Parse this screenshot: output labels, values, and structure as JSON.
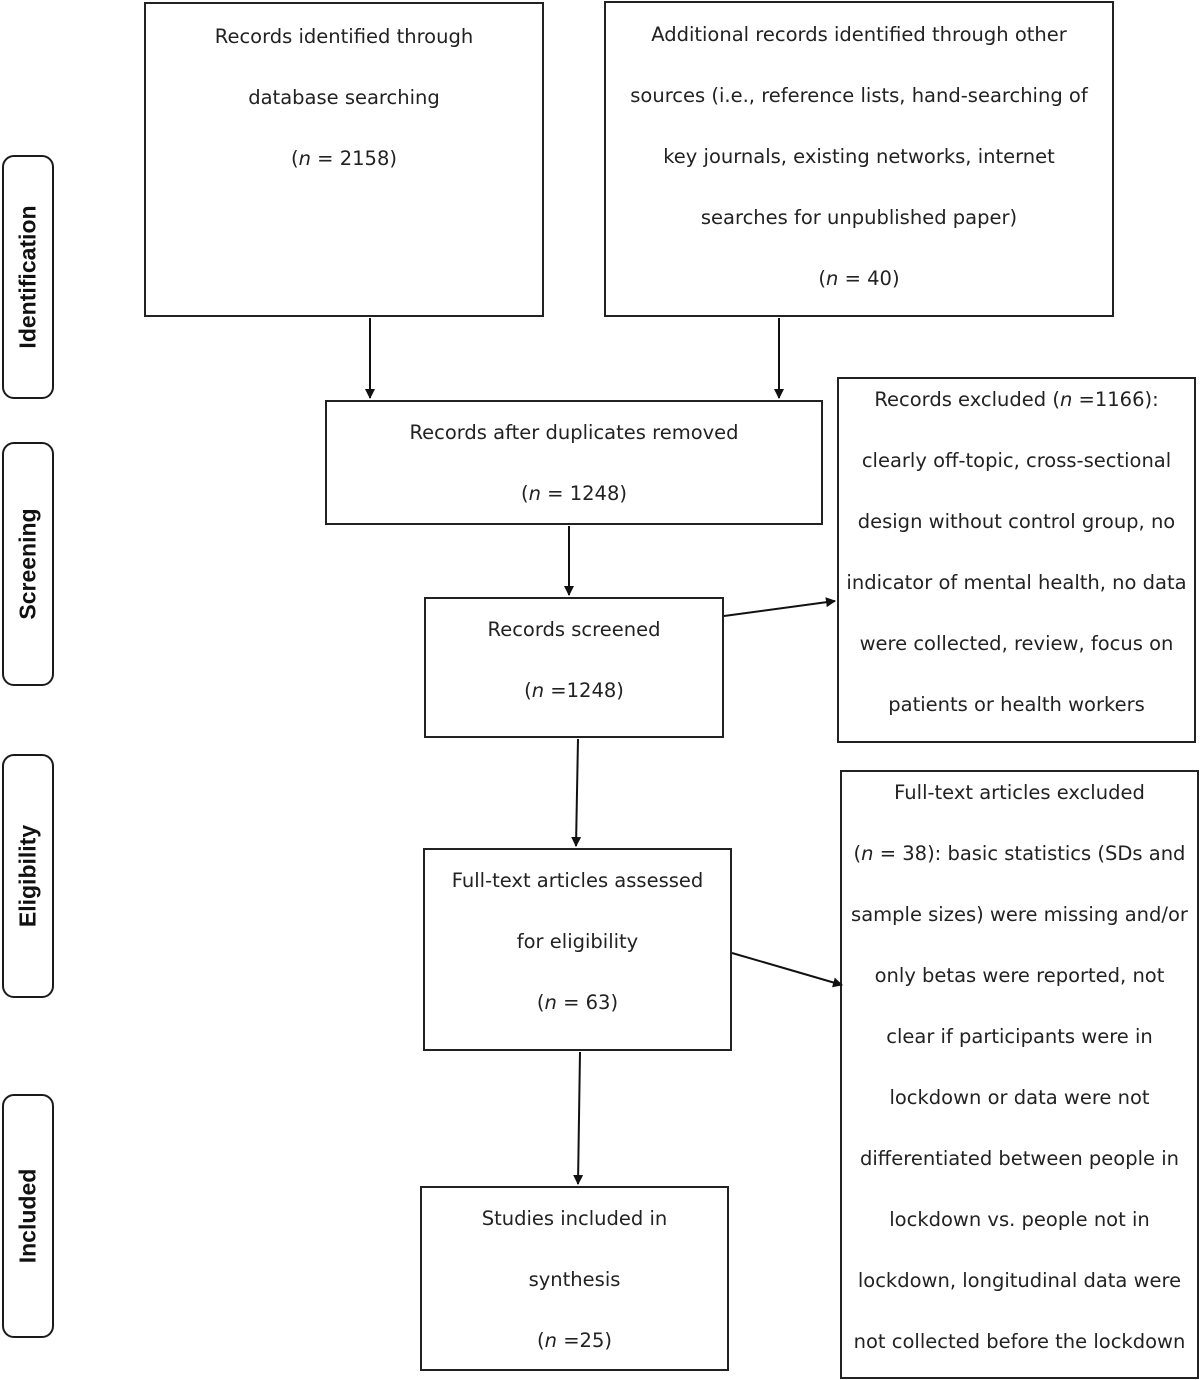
{
  "phases": {
    "identification": "Identification",
    "screening": "Screening",
    "eligibility": "Eligibility",
    "included": "Included"
  },
  "boxes": {
    "database": {
      "line1": "Records identified through",
      "line2": "database searching",
      "n_pre": "(",
      "n_var": "n",
      "n_post": " = 2158)"
    },
    "other_sources": {
      "line1": "Additional records identified through other",
      "line2": "sources (i.e., reference lists, hand-searching of",
      "line3": "key journals, existing networks, internet",
      "line4": "searches for unpublished paper)",
      "n_pre": "(",
      "n_var": "n",
      "n_post": " = 40)"
    },
    "after_duplicates": {
      "line1": "Records after duplicates removed",
      "n_pre": "(",
      "n_var": "n",
      "n_post": " = 1248)"
    },
    "screened": {
      "line1": "Records screened",
      "n_pre": "(",
      "n_var": "n",
      "n_post": " =1248)"
    },
    "records_excluded": {
      "line1_pre": "Records excluded (",
      "line1_var": "n",
      "line1_post": " =1166):",
      "line2": "clearly off-topic, cross-sectional",
      "line3": "design without control group, no",
      "line4": "indicator of mental health, no data",
      "line5": "were collected, review, focus on",
      "line6": "patients or health workers"
    },
    "fulltext_assessed": {
      "line1": "Full-text articles assessed",
      "line2": "for eligibility",
      "n_pre": "(",
      "n_var": "n",
      "n_post": " = 63)"
    },
    "fulltext_excluded": {
      "line1": "Full-text articles excluded",
      "line2_pre": "(",
      "line2_var": "n",
      "line2_post": " = 38): basic statistics (SDs and",
      "line3": "sample sizes) were missing and/or",
      "line4": "only betas were reported, not",
      "line5": "clear if participants were in",
      "line6": "lockdown or data were not",
      "line7": "differentiated between people in",
      "line8": "lockdown vs. people not in",
      "line9": "lockdown, longitudinal data were",
      "line10": "not collected before the lockdown"
    },
    "included": {
      "line1": "Studies included in",
      "line2": "synthesis",
      "n_pre": "(",
      "n_var": "n",
      "n_post": " =25)"
    }
  }
}
